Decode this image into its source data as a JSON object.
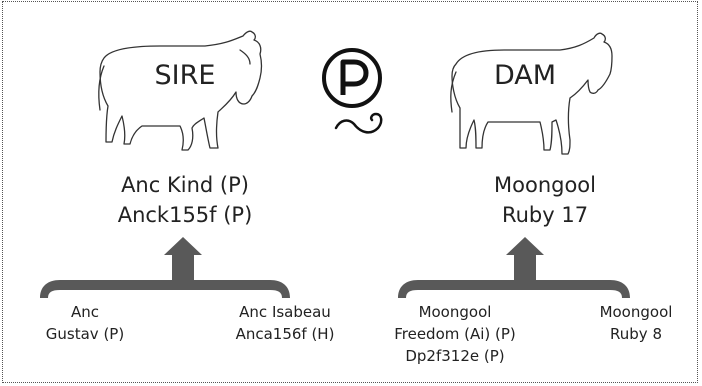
{
  "sire": {
    "label": "SIRE",
    "name_line1": "Anc Kind (P)",
    "name_line2": "Anck155f (P)",
    "parents": [
      {
        "line1": "Anc",
        "line2": "Gustav (P)"
      },
      {
        "line1": "Anc Isabeau",
        "line2": "Anca156f (H)"
      }
    ]
  },
  "dam": {
    "label": "DAM",
    "name_line1": "Moongool",
    "name_line2": "Ruby 17",
    "parents": [
      {
        "line1": "Moongool",
        "line2": "Freedom (Ai) (P)",
        "line3": "Dp2f312e (P)"
      },
      {
        "line1": "Moongool",
        "line2": "Ruby 8"
      }
    ]
  },
  "poll_logo": {
    "letter": "P",
    "icon": "polled-p-icon"
  },
  "colors": {
    "arrow": "#595959",
    "outline": "#333333",
    "text": "#222222"
  }
}
